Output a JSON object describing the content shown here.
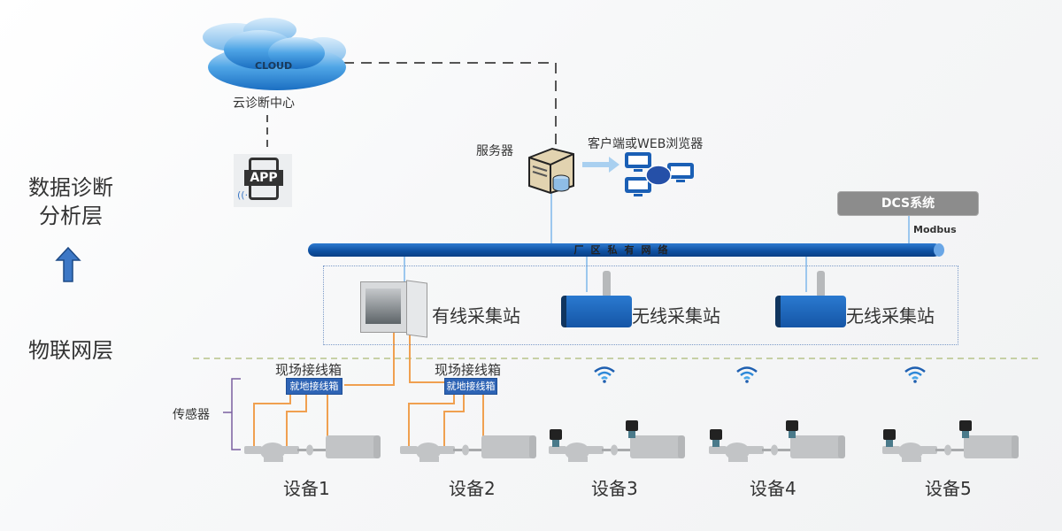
{
  "layers": {
    "top": [
      "数据诊断",
      "分析层"
    ],
    "bottom": "物联网层"
  },
  "cloud": {
    "badge": "CLOUD",
    "label": "云诊断中心"
  },
  "app": {
    "label": "APP"
  },
  "server": {
    "label": "服务器"
  },
  "client": {
    "label": "客户端或WEB浏览器"
  },
  "dcs": {
    "label": "DCS系统",
    "protocol": "Modbus"
  },
  "network": {
    "label": "厂区私有网络"
  },
  "stations": [
    {
      "label": "有线采集站",
      "type": "wired"
    },
    {
      "label": "无线采集站",
      "type": "wireless"
    },
    {
      "label": "无线采集站",
      "type": "wireless"
    }
  ],
  "junction": {
    "title": "现场接线箱",
    "box_label": "就地接线箱"
  },
  "sensors_label": "传感器",
  "devices": [
    {
      "label": "设备1",
      "connection": "wired"
    },
    {
      "label": "设备2",
      "connection": "wired"
    },
    {
      "label": "设备3",
      "connection": "wireless"
    },
    {
      "label": "设备4",
      "connection": "wireless"
    },
    {
      "label": "设备5",
      "connection": "wireless"
    }
  ],
  "colors": {
    "bus": "#0d4fa0",
    "wired_line": "#f0a050",
    "link_line": "#9cc7ee",
    "dashed": "#555555",
    "layer_divider": "#b7c48a",
    "junction_box": "#2e64b5",
    "station_blue": "#1f62b8",
    "dcs_gray": "#8c8c8c",
    "bracket": "#7a5fa0"
  }
}
